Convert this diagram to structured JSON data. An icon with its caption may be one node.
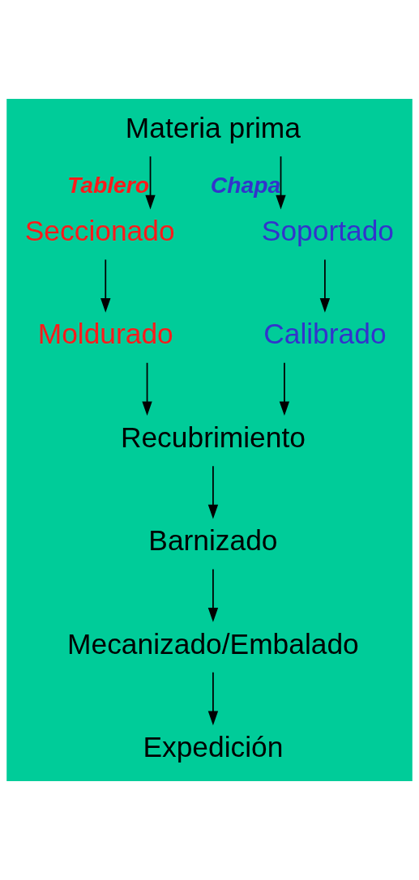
{
  "diagram": {
    "nodes": [
      {
        "text": [
          "Materia prima"
        ]
      },
      {
        "text": [
          "Seccionado"
        ]
      },
      {
        "text": [
          "Soportado"
        ]
      },
      {
        "text": [
          "Moldurado"
        ]
      },
      {
        "text": [
          "Calibrado"
        ]
      },
      {
        "text": [
          "Recubrimiento"
        ]
      },
      {
        "text": [
          "Barnizado"
        ]
      },
      {
        "text": [
          "Mecanizado/Embalado"
        ]
      },
      {
        "text": [
          "Expedición"
        ]
      }
    ],
    "edges": [
      {
        "from": 0,
        "to": 1,
        "arrow": "to",
        "label": "Tablero"
      },
      {
        "from": 0,
        "to": 2,
        "arrow": "to",
        "label": "Chapa"
      },
      {
        "from": 1,
        "to": 3,
        "arrow": "to"
      },
      {
        "from": 2,
        "to": 4,
        "arrow": "to"
      },
      {
        "from": 3,
        "to": 5,
        "arrow": "to"
      },
      {
        "from": 4,
        "to": 5,
        "arrow": "to"
      },
      {
        "from": 5,
        "to": 6,
        "arrow": "to"
      },
      {
        "from": 6,
        "to": 7,
        "arrow": "to"
      },
      {
        "from": 7,
        "to": 8,
        "arrow": "to"
      }
    ]
  }
}
